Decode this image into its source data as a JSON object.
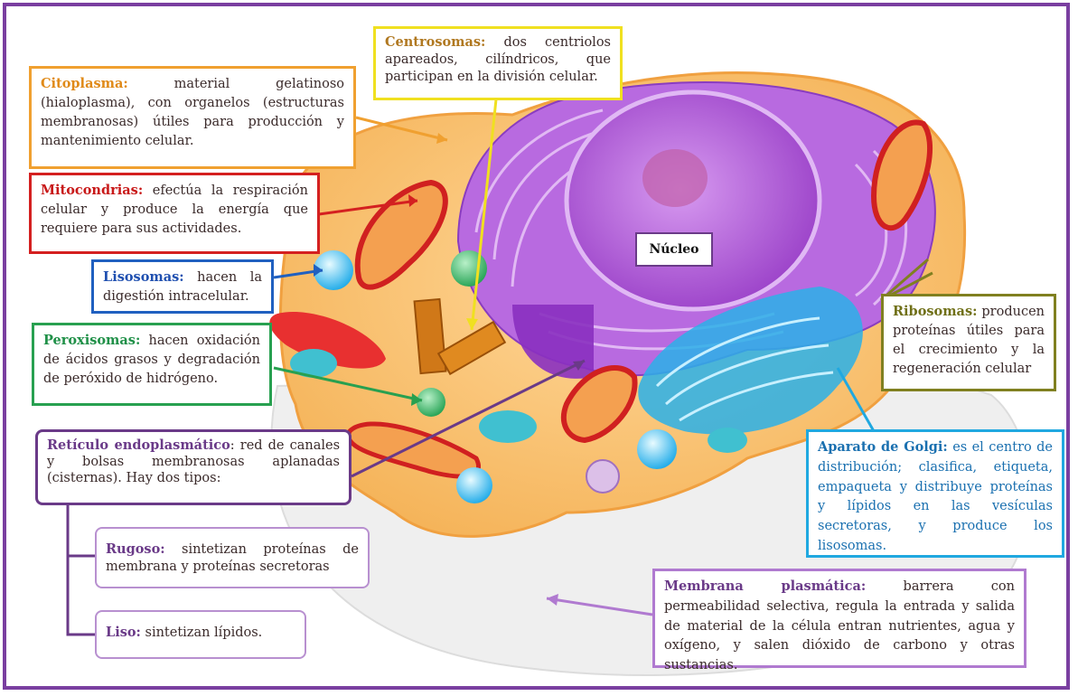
{
  "colors": {
    "frame": "#7a3fa0",
    "citoplasma": "#f0a030",
    "mitocondrias": "#d42020",
    "lisosomas": "#2060c0",
    "peroxisomas": "#28a050",
    "reticulo": "#6a3a88",
    "centrosomas": "#f0e020",
    "ribosomas": "#808020",
    "golgi": "#20a8e0",
    "membrana": "#b07ad0"
  },
  "labels": {
    "nucleo": "Núcleo",
    "citoplasma": {
      "term": "Citoplasma:",
      "desc": "material gelatinoso (hialoplasma), con organelos (estructuras membranosas) útiles para producción y mantenimiento celular."
    },
    "mitocondrias": {
      "term": "Mitocondrias:",
      "desc": "efectúa la respiración celular y produce la energía que requiere para sus actividades."
    },
    "lisosomas": {
      "term": "Lisosomas:",
      "desc": "hacen la digestión intracelular."
    },
    "peroxisomas": {
      "term": "Peroxisomas:",
      "desc": "hacen oxidación de ácidos grasos y degradación de peróxido de hidrógeno."
    },
    "reticulo": {
      "term": "Retículo endoplasmático",
      "desc": ": red de canales y bolsas membranosas aplanadas (cisternas). Hay dos tipos:"
    },
    "rugoso": {
      "term": "Rugoso:",
      "desc": "sintetizan proteínas de membrana y proteínas secretoras"
    },
    "liso": {
      "term": "Liso:",
      "desc": "sintetizan lípidos."
    },
    "centrosomas": {
      "term": "Centrosomas:",
      "desc": "dos centriolos apareados, cilíndricos, que participan en la división celular."
    },
    "ribosomas": {
      "term": "Ribosomas:",
      "desc": "producen proteínas útiles para el crecimiento y la regeneración celular"
    },
    "golgi": {
      "term": "Aparato de Golgi:",
      "desc": "es el centro de distribución; clasifica, etiqueta, empaqueta y distribuye proteínas y lípidos en las vesículas secretoras, y produce los lisosomas."
    },
    "membrana": {
      "term": "Membrana plasmática:",
      "desc": "barrera con permeabilidad selectiva, regula la entrada y salida de material de la célula entran nutrientes, agua y oxígeno, y salen dióxido de carbono y otras sustancias."
    }
  }
}
